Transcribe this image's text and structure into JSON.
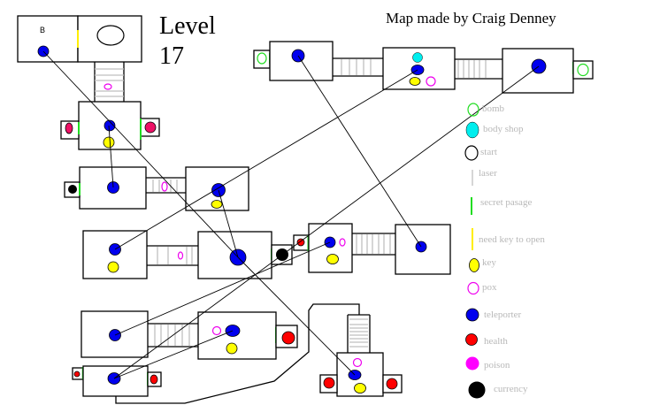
{
  "header": {
    "level_label": "Level",
    "level_number": "17",
    "credit": "Map made by Craig Denney"
  },
  "map": {
    "room_label_b": "B"
  },
  "legend": {
    "items": [
      {
        "icon": "bomb-icon",
        "label": "bomb",
        "color": "#22dd22"
      },
      {
        "icon": "body-shop-icon",
        "label": "body shop",
        "color": "#00eeee"
      },
      {
        "icon": "start-icon",
        "label": "start",
        "color": "#000000"
      },
      {
        "icon": "laser-icon",
        "label": "laser",
        "color": "#bfbfbf"
      },
      {
        "icon": "secret-passage-icon",
        "label": "secret pasage",
        "color": "#22dd22"
      },
      {
        "icon": "key-door-icon",
        "label": "need key to open",
        "color": "#ffee00"
      },
      {
        "icon": "key-icon",
        "label": "key",
        "color": "#ffff00"
      },
      {
        "icon": "pox-icon",
        "label": "pox",
        "color": "#ee00ee"
      },
      {
        "icon": "teleporter-icon",
        "label": "teleporter",
        "color": "#0000ee"
      },
      {
        "icon": "health-icon",
        "label": "health",
        "color": "#ff0000"
      },
      {
        "icon": "poison-icon",
        "label": "poison",
        "color": "#ff00ff"
      },
      {
        "icon": "currency-icon",
        "label": "currency",
        "color": "#000000"
      }
    ]
  }
}
